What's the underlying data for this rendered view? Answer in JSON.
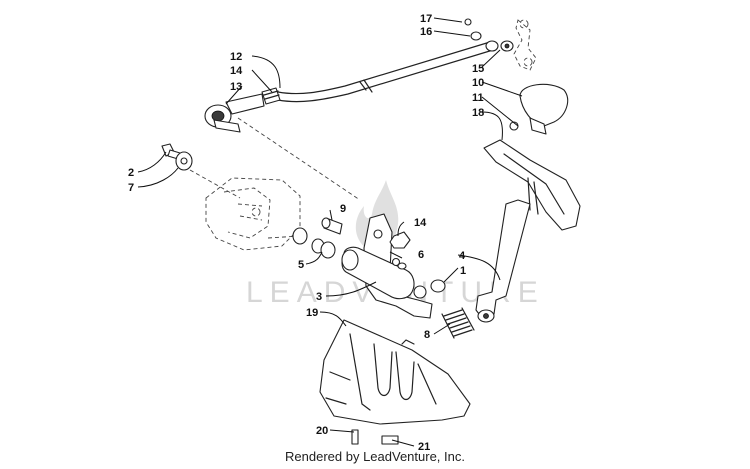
{
  "watermark": {
    "text": "LEADVENTURE"
  },
  "callouts": {
    "c1": "1",
    "c2": "2",
    "c3": "3",
    "c4": "4",
    "c5": "5",
    "c6": "6",
    "c7": "7",
    "c8": "8",
    "c9": "9",
    "c10": "10",
    "c11": "11",
    "c12": "12",
    "c13": "13",
    "c14a": "14",
    "c14b": "14",
    "c15": "15",
    "c16": "16",
    "c17": "17",
    "c18": "18",
    "c19": "19",
    "c20": "20",
    "c21": "21"
  },
  "footer": {
    "text": "Rendered by LeadVenture, Inc."
  }
}
